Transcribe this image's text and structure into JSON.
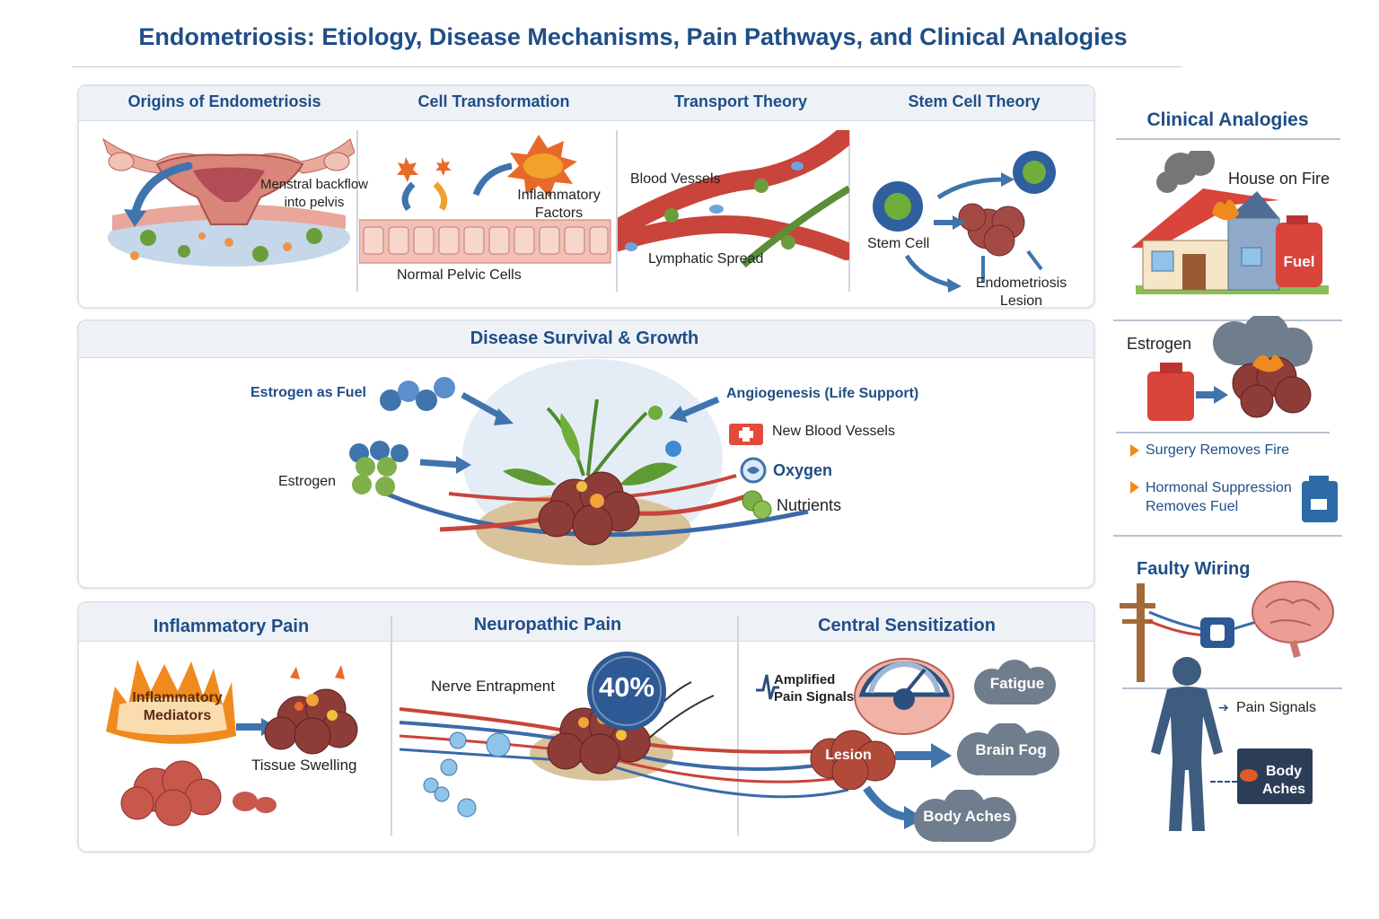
{
  "title": "Endometriosis: Etiology, Disease Mechanisms, Pain Pathways, and Clinical Analogies",
  "etiology": {
    "origins": {
      "header": "Origins of Endometriosis",
      "label_line1": "Menstral backflow",
      "label_line2": "into pelvis"
    },
    "transformation": {
      "header": "Cell Transformation",
      "factors_line1": "Inflammatory",
      "factors_line2": "Factors",
      "cells": "Normal Pelvic Cells"
    },
    "transport": {
      "header": "Transport Theory",
      "vessels": "Blood Vessels",
      "lymph": "Lymphatic Spread"
    },
    "stem": {
      "header": "Stem Cell Theory",
      "stem_cell": "Stem Cell",
      "lesion_line1": "Endometriosis",
      "lesion_line2": "Lesion"
    }
  },
  "survival": {
    "header": "Disease Survival & Growth",
    "estrogen_fuel": "Estrogen as Fuel",
    "estrogen": "Estrogen",
    "angiogenesis": "Angiogenesis (Life Support)",
    "new_vessels": "New Blood Vessels",
    "oxygen": "Oxygen",
    "nutrients": "Nutrients"
  },
  "pain": {
    "inflammatory": {
      "header": "Inflammatory Pain",
      "mediators_line1": "Inflammatory",
      "mediators_line2": "Mediators",
      "swelling": "Tissue Swelling"
    },
    "neuropathic": {
      "header": "Neuropathic Pain",
      "entrapment": "Nerve Entrapment",
      "badge": "40%"
    },
    "central": {
      "header": "Central Sensitization",
      "amplified_line1": "Amplified",
      "amplified_line2": "Pain Signals",
      "lesion": "Lesion",
      "fatigue": "Fatigue",
      "brain_fog": "Brain Fog",
      "body_aches": "Body Aches"
    }
  },
  "analogies": {
    "header": "Clinical Analogies",
    "house": "House on Fire",
    "fuel": "Fuel",
    "estrogen": "Estrogen",
    "surgery": "Surgery Removes Fire",
    "hormonal_line1": "Hormonal Suppression",
    "hormonal_line2": "Removes Fuel",
    "wiring": "Faulty Wiring",
    "pain_signals": "Pain Signals",
    "body_line1": "Body",
    "body_line2": "Aches"
  },
  "colors": {
    "heading": "#1f4e86",
    "arrow": "#3f74ad",
    "tissue": "#9c3f3f",
    "vessel_red": "#c9443a",
    "vessel_blue": "#3b6aa8",
    "estrogen_green": "#6ea33a",
    "fire": "#f08a1e"
  },
  "icons": [
    "uterus-icon",
    "arrow-icon",
    "cell-icon",
    "vessel-icon",
    "stem-cell-icon",
    "lesion-icon",
    "plant-icon",
    "first-aid-icon",
    "oxygen-icon",
    "nutrient-icon",
    "fire-icon",
    "nerve-icon",
    "gauge-icon",
    "brain-icon",
    "cloud-icon",
    "house-icon",
    "fuel-can-icon",
    "power-pole-icon",
    "human-figure-icon"
  ]
}
